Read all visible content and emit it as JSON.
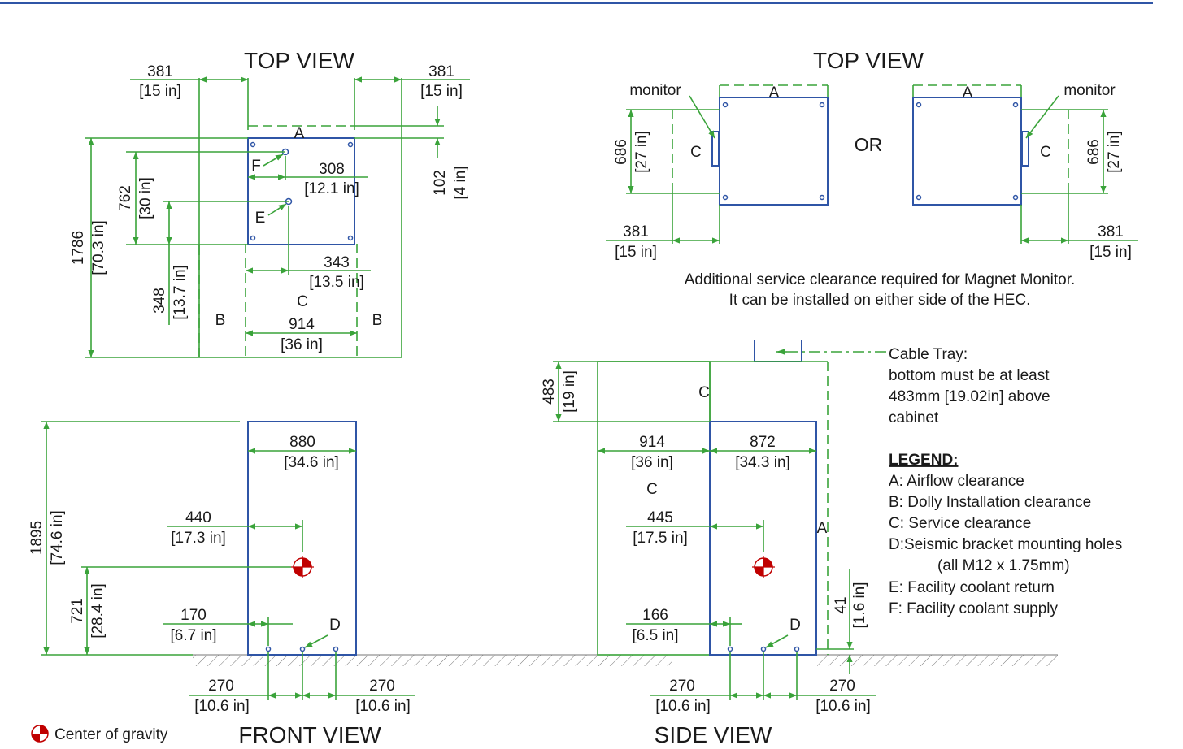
{
  "views": {
    "top_left_title": "TOP VIEW",
    "top_right_title": "TOP VIEW",
    "front_title": "FRONT VIEW",
    "side_title": "SIDE VIEW"
  },
  "top_view_left": {
    "dim_left_mm": "381",
    "dim_left_in": "[15 in]",
    "dim_right_mm": "381",
    "dim_right_in": "[15 in]",
    "dim_height_mm": "1786",
    "dim_height_in": "[70.3 in]",
    "dim_f_mm": "762",
    "dim_f_in": "[30 in]",
    "dim_e_mm": "348",
    "dim_e_in": "[13.7 in]",
    "dim_top_mm": "102",
    "dim_top_in": "[4 in]",
    "dim_f_x_mm": "308",
    "dim_f_x_in": "[12.1 in]",
    "dim_e_x_mm": "343",
    "dim_e_x_in": "[13.5 in]",
    "dim_service_mm": "914",
    "dim_service_in": "[36 in]",
    "label_a": "A",
    "label_b_left": "B",
    "label_b_right": "B",
    "label_c": "C",
    "label_e": "E",
    "label_f": "F"
  },
  "top_view_right": {
    "monitor_left": "monitor",
    "monitor_right": "monitor",
    "label_a_left": "A",
    "label_a_right": "A",
    "label_c_left": "C",
    "label_c_right": "C",
    "or": "OR",
    "dim_686_l_mm": "686",
    "dim_686_l_in": "[27 in]",
    "dim_686_r_mm": "686",
    "dim_686_r_in": "[27 in]",
    "dim_381_l_mm": "381",
    "dim_381_l_in": "[15 in]",
    "dim_381_r_mm": "381",
    "dim_381_r_in": "[15 in]",
    "note_line1": "Additional service clearance required for Magnet Monitor.",
    "note_line2": "It can be installed on either side of the HEC."
  },
  "front_view": {
    "dim_width_mm": "880",
    "dim_width_in": "[34.6 in]",
    "dim_height_mm": "1895",
    "dim_height_in": "[74.6 in]",
    "dim_cg_x_mm": "440",
    "dim_cg_x_in": "[17.3 in]",
    "dim_cg_y_mm": "721",
    "dim_cg_y_in": "[28.4 in]",
    "dim_hole_mm": "170",
    "dim_hole_in": "[6.7 in]",
    "dim_270a_mm": "270",
    "dim_270a_in": "[10.6 in]",
    "dim_270b_mm": "270",
    "dim_270b_in": "[10.6 in]",
    "label_d": "D"
  },
  "side_view": {
    "dim_service_mm": "914",
    "dim_service_in": "[36 in]",
    "dim_depth_mm": "872",
    "dim_depth_in": "[34.3 in]",
    "dim_cg_mm": "445",
    "dim_cg_in": "[17.5 in]",
    "dim_hole_mm": "166",
    "dim_hole_in": "[6.5 in]",
    "dim_tray_mm": "483",
    "dim_tray_in": "[19 in]",
    "dim_41_mm": "41",
    "dim_41_in": "[1.6 in]",
    "dim_270a_mm": "270",
    "dim_270a_in": "[10.6 in]",
    "dim_270b_mm": "270",
    "dim_270b_in": "[10.6 in]",
    "label_c_top": "C",
    "label_c_mid": "C",
    "label_a": "A",
    "label_d": "D",
    "cable_tray_1": "Cable Tray:",
    "cable_tray_2": "bottom must be at least",
    "cable_tray_3": "483mm [19.02in] above",
    "cable_tray_4": "cabinet"
  },
  "legend": {
    "title": "LEGEND:",
    "items": [
      "A: Airflow clearance",
      "B: Dolly Installation clearance",
      "C: Service clearance",
      "D:Seismic bracket mounting holes",
      "(all M12 x 1.75mm)",
      "E: Facility coolant return",
      "F: Facility coolant supply"
    ]
  },
  "cog_label": "Center of gravity",
  "colors": {
    "cabinet": "#2f55a6",
    "dimension": "#3aa33a",
    "cog": "#c00000",
    "header_rule": "#2f55a6"
  }
}
